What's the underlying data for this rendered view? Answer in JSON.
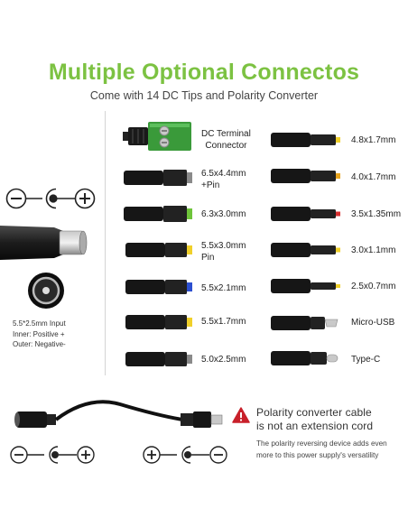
{
  "header": {
    "title": "Multiple Optional Connectos",
    "subtitle": "Come with 14 DC Tips and Polarity Converter"
  },
  "left_panel": {
    "polarity_symbol": "minus-center-plus",
    "input_lines": [
      "5.5*2.5mm Input",
      "Inner: Positive +",
      "Outer: Negative-"
    ]
  },
  "tips_left": [
    {
      "label_lines": [
        "DC Terminal",
        "Connector"
      ],
      "icon": "dc-terminal-connector-icon"
    },
    {
      "label_lines": [
        "6.5x4.4mm",
        "+Pin"
      ],
      "tip_color": "#8a8a8a"
    },
    {
      "label_lines": [
        "6.3x3.0mm"
      ],
      "tip_color": "#6ec43a"
    },
    {
      "label_lines": [
        "5.5x3.0mm",
        "Pin"
      ],
      "tip_color": "#f0d02a"
    },
    {
      "label_lines": [
        "5.5x2.1mm"
      ],
      "tip_color": "#2c4fd0"
    },
    {
      "label_lines": [
        "5.5x1.7mm"
      ],
      "tip_color": "#f0d02a"
    },
    {
      "label_lines": [
        "5.0x2.5mm"
      ],
      "tip_color": "#8a8a8a"
    }
  ],
  "tips_right": [
    {
      "label_lines": [
        "4.8x1.7mm"
      ],
      "tip_color": "#f0d02a"
    },
    {
      "label_lines": [
        "4.0x1.7mm"
      ],
      "tip_color": "#e8a520"
    },
    {
      "label_lines": [
        "3.5x1.35mm"
      ],
      "tip_color": "#d83030"
    },
    {
      "label_lines": [
        "3.0x1.1mm"
      ],
      "tip_color": "#f0d02a"
    },
    {
      "label_lines": [
        "2.5x0.7mm"
      ],
      "tip_color": "#f0d02a"
    },
    {
      "label_lines": [
        "Micro-USB"
      ],
      "icon": "micro-usb-icon"
    },
    {
      "label_lines": [
        "Type-C"
      ],
      "icon": "usb-c-icon"
    }
  ],
  "polarity_converter": {
    "warning_lines": [
      "Polarity converter cable",
      "is not an extension cord"
    ],
    "note_lines": [
      "The polarity reversing device adds even",
      "more to this power supply's versatility"
    ],
    "left_symbol": "minus-center-plus",
    "right_symbol": "plus-center-minus"
  },
  "colors": {
    "title_green": "#7cc242",
    "warning_red": "#c8202a",
    "connector_green": "#3a9a3a"
  }
}
